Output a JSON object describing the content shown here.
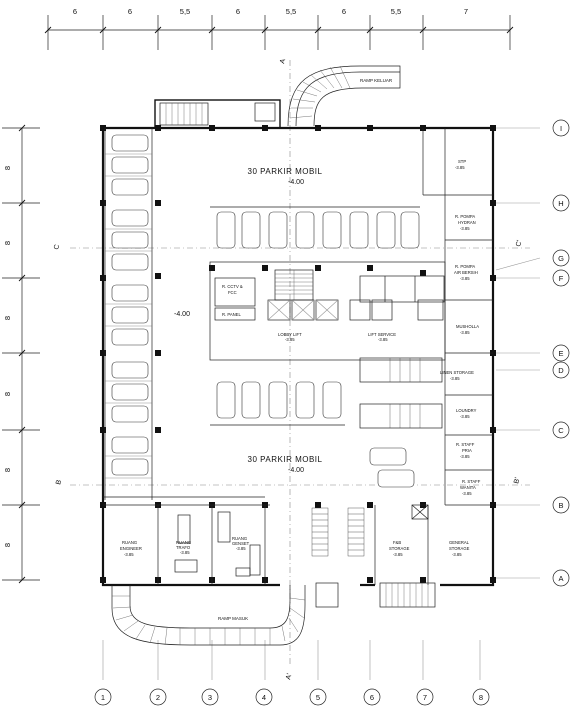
{
  "dimensions": {
    "horizontal": [
      "6",
      "6",
      "5,5",
      "6",
      "5,5",
      "6",
      "5,5",
      "7"
    ],
    "vertical": [
      "8",
      "8",
      "8",
      "8",
      "8",
      "8"
    ]
  },
  "grid": {
    "columns": [
      "1",
      "2",
      "3",
      "4",
      "5",
      "6",
      "7",
      "8"
    ],
    "rows": [
      "I",
      "H",
      "G",
      "F",
      "E",
      "D",
      "C",
      "B",
      "A"
    ]
  },
  "sections": {
    "a_top": "A",
    "a_bottom": "A'",
    "b_left": "B",
    "b_right": "B'",
    "c_left": "C",
    "c_right": "C'"
  },
  "labels": {
    "parking_top": "30 PARKIR MOBIL",
    "elev_top": "-4.00",
    "parking_bottom": "30 PARKIR MOBIL",
    "elev_bottom": "-4.00",
    "elev_mid": "-4.00",
    "ramp_top": "RAMP KELUAR",
    "ramp_bottom": "RAMP MASUK",
    "lobby_lift": "LOBBY LIFT",
    "lobby_lift_elev": "-3.85",
    "lift_service": "LIFT SERVICE",
    "lift_service_elev": "-3.85"
  },
  "rooms": {
    "stp": {
      "name": "STP",
      "elev": "-3.85"
    },
    "pompa_hydran": {
      "name1": "R. POMPA",
      "name2": "HYDRAN",
      "elev": "-3.85"
    },
    "pompa_air": {
      "name1": "R. POMPA",
      "name2": "AIR BERSIH",
      "elev": "-3.85"
    },
    "mushola": {
      "name": "MUSHOLLA",
      "elev": "-3.85"
    },
    "linen": {
      "name": "LINEN STORAGE",
      "elev": "-3.85"
    },
    "loundry": {
      "name": "LOUNDRY",
      "elev": "-3.85"
    },
    "staff_pria": {
      "name1": "R. STAFF",
      "name2": "PRIA",
      "elev": "-3.85"
    },
    "staff_wanita": {
      "name1": "R. STAFF",
      "name2": "WANITA",
      "elev": "-3.85"
    },
    "engineer": {
      "name1": "RUANG",
      "name2": "ENGINEER",
      "elev": "-3.85"
    },
    "trafo": {
      "name1": "RUANG",
      "name2": "TRAFO",
      "elev": "-3.85"
    },
    "genset": {
      "name1": "RUANG",
      "name2": "GENSET",
      "elev": "-3.85"
    },
    "fb": {
      "name1": "F&B",
      "name2": "STORAGE",
      "elev": "-3.85"
    },
    "general": {
      "name1": "GENERAL",
      "name2": "STORAGE",
      "elev": "-3.85"
    },
    "cctv": {
      "name1": "R. CCTV &",
      "name2": "FCC"
    },
    "panel": {
      "name": "R. PANEL"
    }
  }
}
